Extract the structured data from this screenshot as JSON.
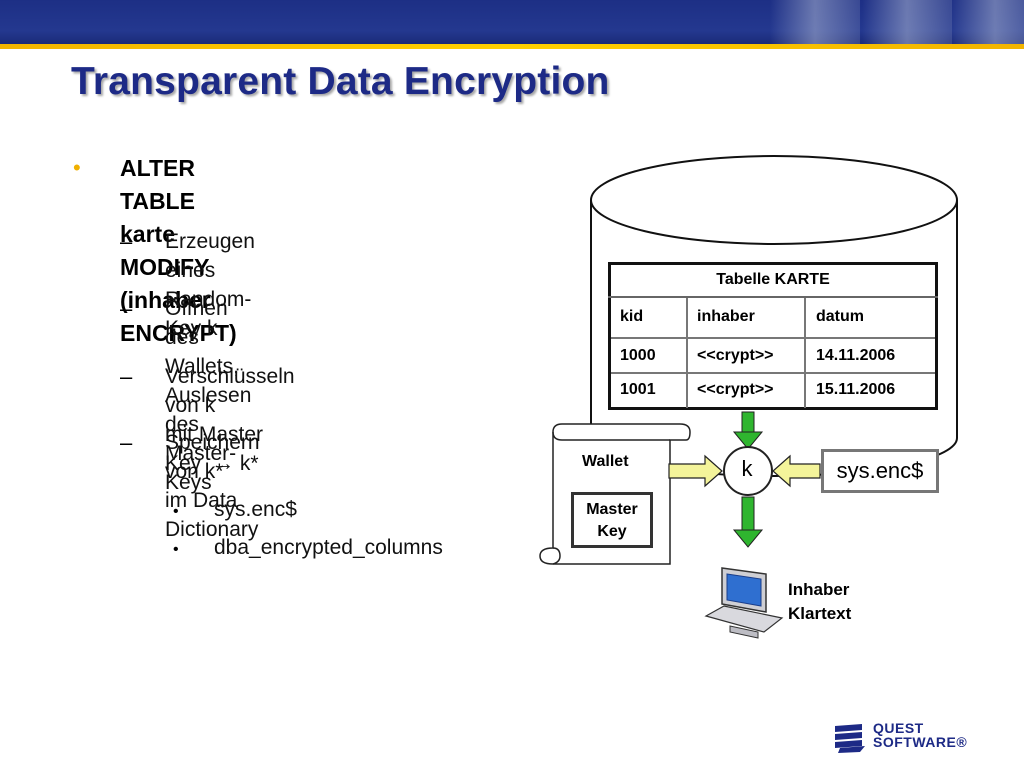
{
  "title": "Transparent Data Encryption",
  "main_bullet": {
    "line1": "ALTER TABLE karte MODIFY",
    "line2": "(inhaber ENCRYPT)"
  },
  "sub_bullets": [
    {
      "line1": "Erzeugen eines",
      "line2": "Random-Key k"
    },
    {
      "line1": "Öffnen des Wallets,",
      "line2": "Auslesen des Master-Keys"
    },
    {
      "line1": "Verschlüsseln von k",
      "line2": "mit Master Key",
      "arrow_suffix": " k*"
    },
    {
      "line1": "Speichern von k*",
      "line2": "im Data Dictionary"
    }
  ],
  "sub_sub_bullets": [
    "sys.enc$",
    "dba_encrypted_columns"
  ],
  "bullet_marks": {
    "dash": "–",
    "dot": "•",
    "arrow": "→"
  },
  "diagram": {
    "table_title": "Tabelle KARTE",
    "columns": [
      "kid",
      "inhaber",
      "datum"
    ],
    "rows": [
      [
        "1000",
        "<<crypt>>",
        "14.11.2006"
      ],
      [
        "1001",
        "<<crypt>>",
        "15.11.2006"
      ]
    ],
    "wallet_label": "Wallet",
    "master_key_line1": "Master",
    "master_key_line2": "Key",
    "key_label": "k",
    "sysenc_label": "sys.enc$",
    "output_line1": "Inhaber",
    "output_line2": "Klartext"
  },
  "logo": {
    "line1": "QUEST",
    "line2": "SOFTWARE®"
  },
  "colors": {
    "title": "#1d2a86",
    "bullet": "#f0b000",
    "arrow_fill": "#2fb52f",
    "yellow_arrow": "#f4f49a",
    "logo": "#1d2a86"
  }
}
